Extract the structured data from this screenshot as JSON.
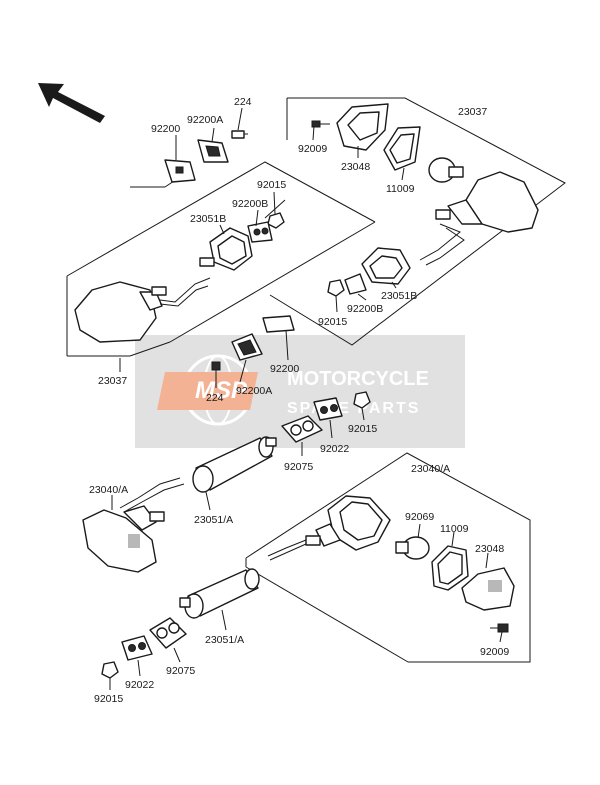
{
  "watermark": {
    "logo_text": "MSP",
    "title": "MOTORCYCLE",
    "subtitle": "SPARE PARTS",
    "accent_color": "#e8743b"
  },
  "labels": {
    "l_224_top": "224",
    "l_92200A_top": "92200A",
    "l_92200_top": "92200",
    "l_23037_right": "23037",
    "l_92009_top": "92009",
    "l_23048_top": "23048",
    "l_11009_top": "11009",
    "l_92015_left": "92015",
    "l_92200B_left": "92200B",
    "l_23051B_left": "23051B",
    "l_23051B_right": "23051B",
    "l_92015_mid": "92015",
    "l_92200B_right": "92200B",
    "l_23037_left": "23037",
    "l_92200_mid": "92200",
    "l_224_mid": "224",
    "l_92200A_mid": "92200A",
    "l_92015_c": "92015",
    "l_92022_c": "92022",
    "l_92075_c": "92075",
    "l_23040A_left": "23040/A",
    "l_23051A_mid": "23051/A",
    "l_23040A_right": "23040/A",
    "l_92069": "92069",
    "l_11009_bot": "11009",
    "l_23048_bot": "23048",
    "l_92009_bot": "92009",
    "l_23051A_bot": "23051/A",
    "l_92075_bot": "92075",
    "l_92022_bot": "92022",
    "l_92015_bot": "92015"
  }
}
